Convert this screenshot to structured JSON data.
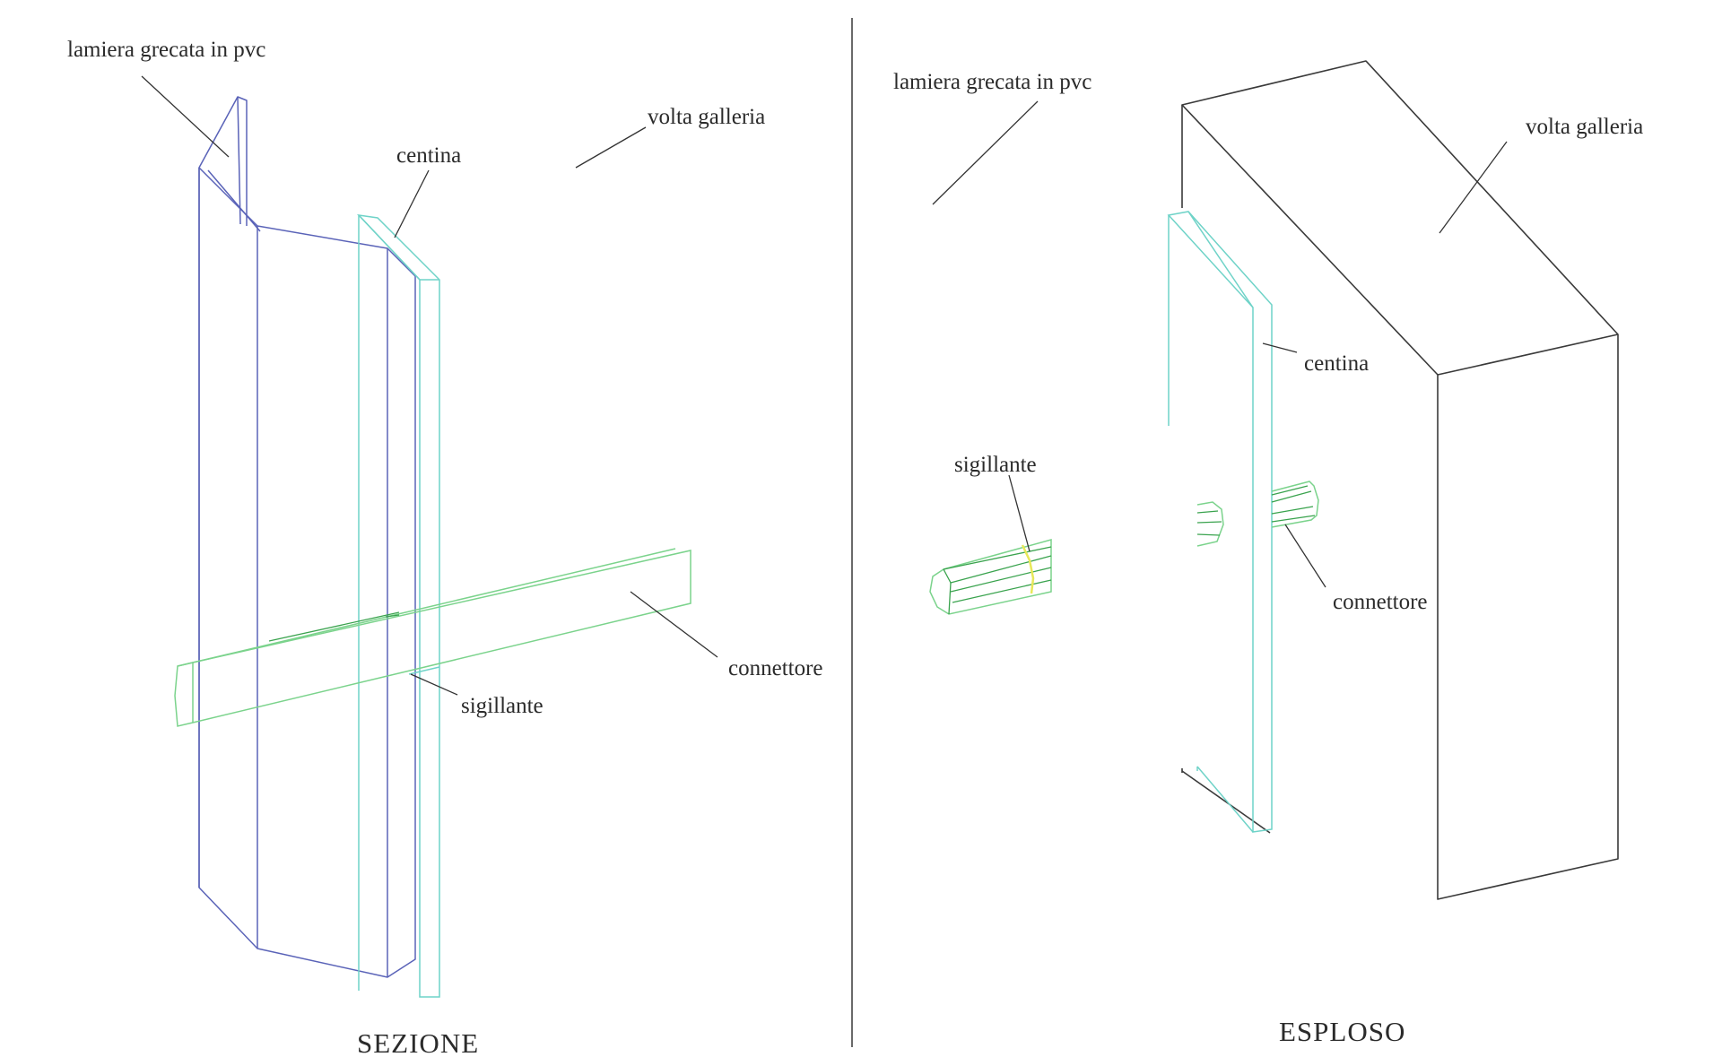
{
  "left_view": {
    "title": "SEZIONE",
    "labels": {
      "lamiera": "lamiera grecata in pvc",
      "volta": "volta galleria",
      "centina": "centina",
      "connettore": "connettore",
      "sigillante": "sigillante"
    }
  },
  "right_view": {
    "title": "ESPLOSO",
    "labels": {
      "lamiera": "lamiera grecata in pvc",
      "volta": "volta galleria",
      "centina": "centina",
      "sigillante": "sigillante",
      "connettore": "connettore"
    }
  },
  "colors": {
    "sheet": "#5a63b8",
    "centina": "#6fd3c8",
    "connettore": "#7bd38c",
    "sigillante": "#e8e85a",
    "block": "#3a3a3a"
  }
}
